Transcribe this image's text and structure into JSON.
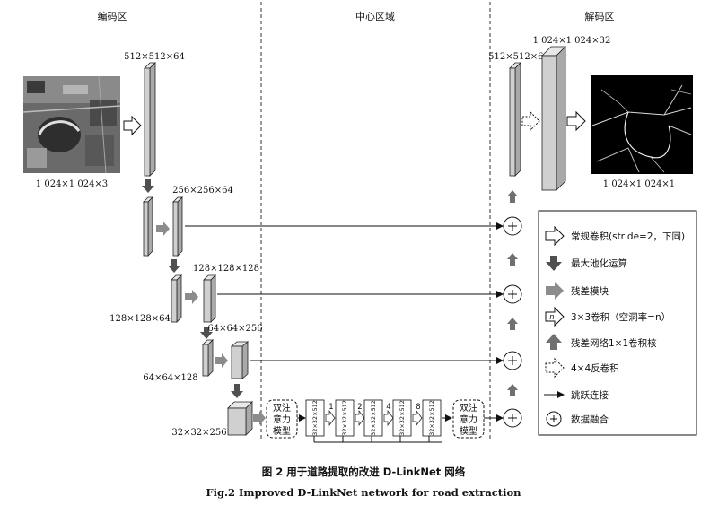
{
  "sections": {
    "encoder": "编码区",
    "center": "中心区域",
    "decoder": "解码区"
  },
  "dims": {
    "input": "1 024×1 024×3",
    "enc0": "512×512×64",
    "enc1": "256×256×64",
    "enc2_top": "128×128×128",
    "enc2_bottom": "128×128×64",
    "enc3_top": "64×64×256",
    "enc3_bottom": "64×64×128",
    "enc4": "32×32×256",
    "dec_mid": "512×512×64",
    "dec_final": "1 024×1 024×32",
    "output": "1 024×1 024×1"
  },
  "attention": {
    "left": [
      "双注",
      "意力",
      "模型"
    ],
    "right": [
      "双注",
      "意力",
      "模型"
    ]
  },
  "dilated_block_label": "32×32×512",
  "dilation_rates": [
    "1",
    "2",
    "4",
    "8"
  ],
  "legend": [
    {
      "icon": "hollow-arrow-icon",
      "text": "常规卷积(stride=2，下同)"
    },
    {
      "icon": "dark-down-arrow-icon",
      "text": "最大池化运算"
    },
    {
      "icon": "gray-right-arrow-icon",
      "text": "残差模块"
    },
    {
      "icon": "n-arrow-icon",
      "text": "3×3卷积（空洞率=n）",
      "symbol": "n"
    },
    {
      "icon": "gray-up-arrow-icon",
      "text": "残差网络1×1卷积核"
    },
    {
      "icon": "dashed-arrow-icon",
      "text": "4×4反卷积"
    },
    {
      "icon": "skip-arrow-icon",
      "text": "跳跃连接"
    },
    {
      "icon": "plus-circle-icon",
      "text": "数据融合"
    }
  ],
  "caption": {
    "zh": "图 2    用于道路提取的改进 D-LinkNet 网络",
    "en": "Fig.2    Improved D-LinkNet network for road extraction"
  },
  "colors": {
    "slab": "#d0d0d0",
    "dark_arrow": "#505050",
    "gray_arrow": "#8c8c8c",
    "up_arrow": "#707070"
  }
}
